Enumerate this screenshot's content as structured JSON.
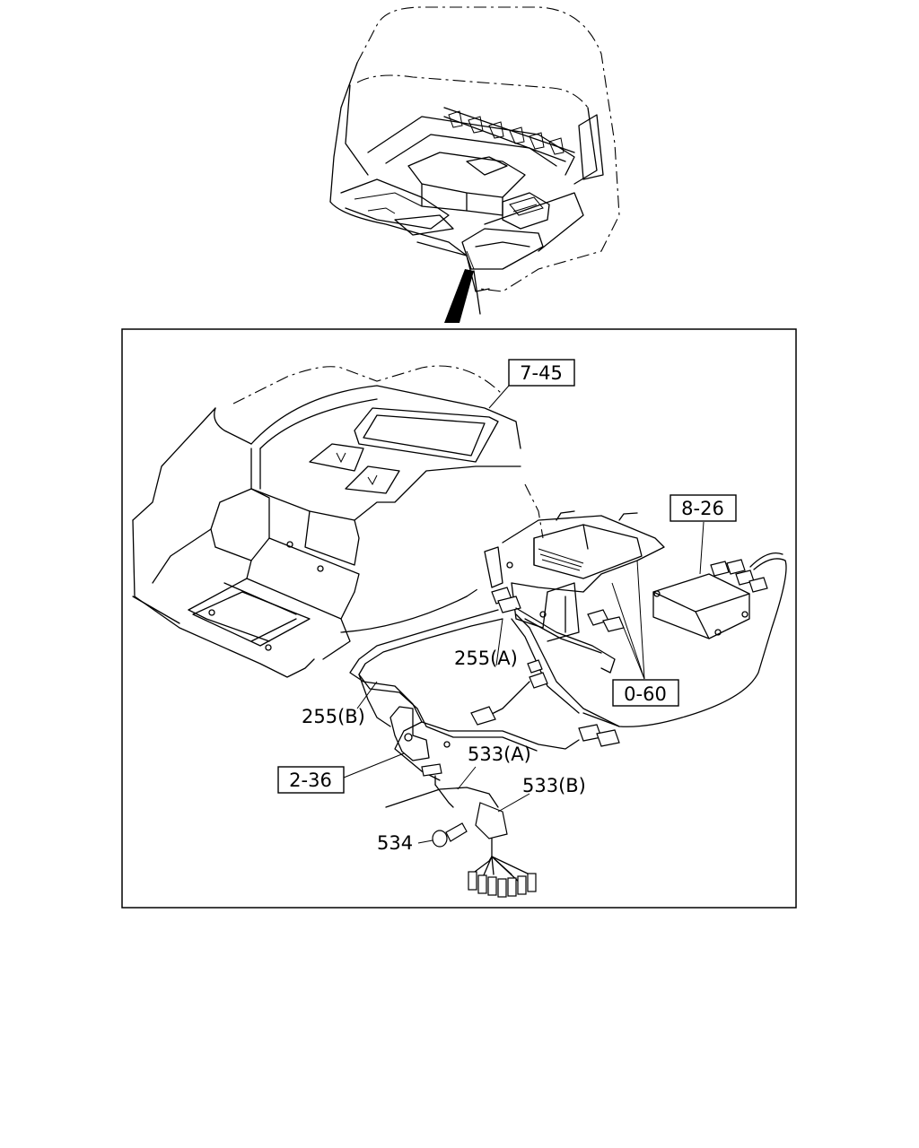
{
  "diagram": {
    "callouts": {
      "part_7_45": "7-45",
      "part_8_26": "8-26",
      "part_0_60": "0-60",
      "part_2_36": "2-36",
      "part_255_a": "255(A)",
      "part_255_b": "255(B)",
      "part_533_a": "533(A)",
      "part_533_b": "533(B)",
      "part_534": "534"
    }
  }
}
